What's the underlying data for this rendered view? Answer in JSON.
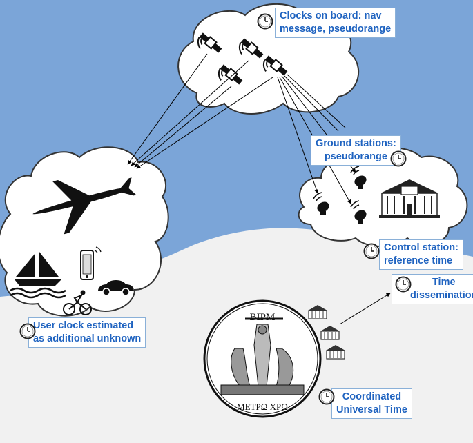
{
  "labels": {
    "clocks_on_board": [
      "Clocks on board: nav",
      "message, pseudorange"
    ],
    "ground_stations": [
      "Ground stations:",
      "pseudorange"
    ],
    "control_station": [
      "Control station:",
      "reference time"
    ],
    "time_dissemination": [
      "Time",
      "dissemination"
    ],
    "user_clock": [
      "User clock estimated",
      "as additional unknown"
    ],
    "utc": [
      "Coordinated",
      "Universal Time"
    ]
  },
  "seal": {
    "top_text": "BIPM",
    "bottom_text": "ΜΕΤΡΩ ΧΡΩ"
  },
  "icons": {
    "satellites": "satellite-icon",
    "clocks": "clock-icon",
    "dishes": "satellite-dish-icon",
    "building": "building-icon",
    "airplane": "airplane-icon",
    "sailboat": "sailboat-icon",
    "phone": "smartphone-icon",
    "car": "car-icon",
    "bicycle": "cyclist-icon"
  },
  "colors": {
    "sky": "#7ba5d8",
    "ground": "#f1f1f1",
    "label_text": "#1f63c0",
    "label_border": "#8ab0d8",
    "lines": "#000000"
  }
}
